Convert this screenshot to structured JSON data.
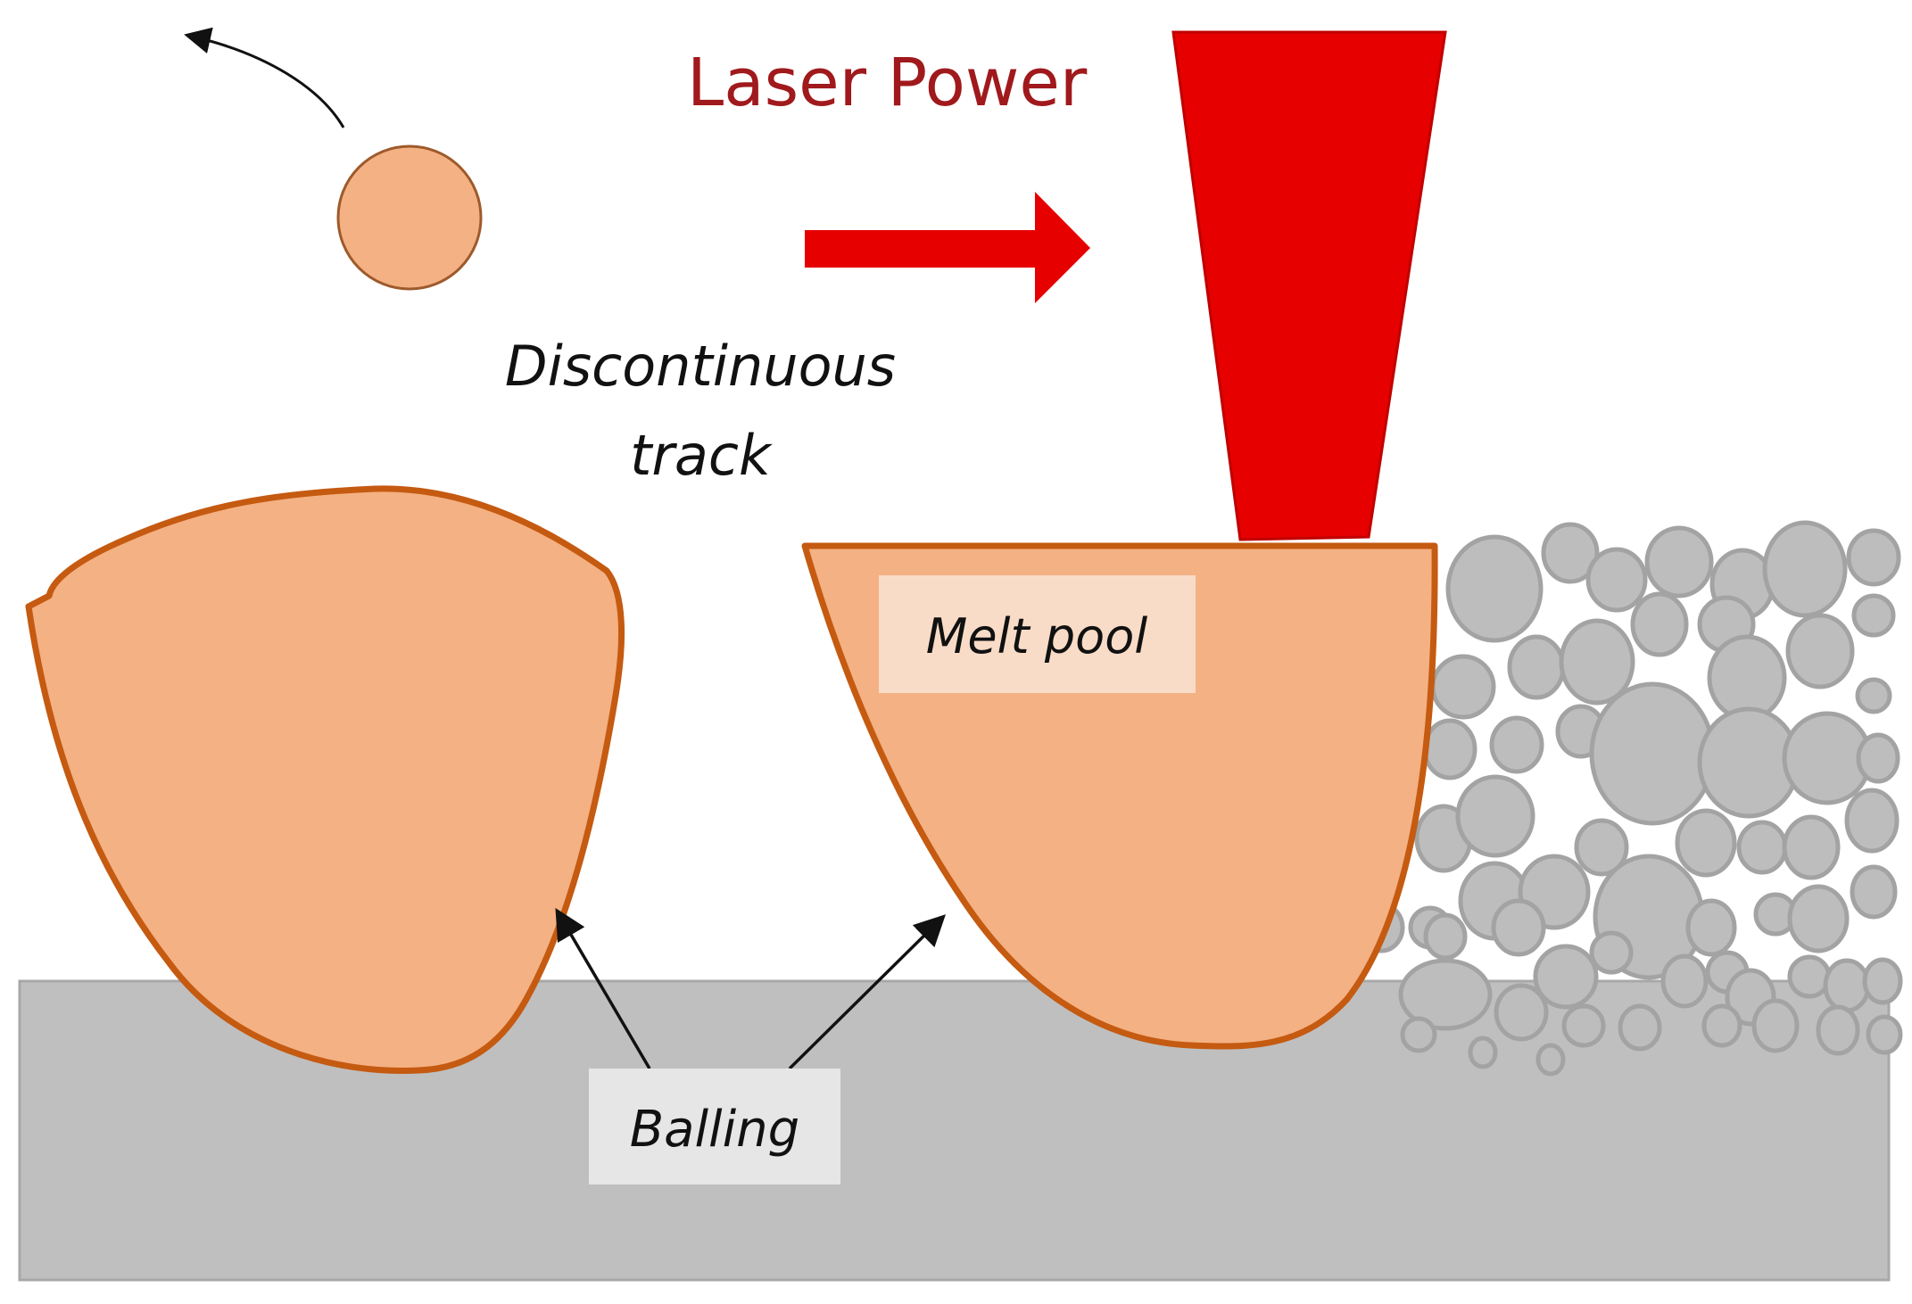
{
  "labels": {
    "laser_power": "Laser Power",
    "discontinuous_line1": "Discontinuous",
    "discontinuous_line2": "track",
    "melt_pool": "Melt pool",
    "balling": "Balling"
  },
  "colors": {
    "laser": "#e60000",
    "laser_text": "#a0191c",
    "melt": "#f4b183",
    "melt_outline": "#c55a11",
    "substrate": "#bfbfbf",
    "powder": "#bdbdbd"
  },
  "icons": {
    "scan_direction": "arrow-right-icon",
    "ejected_droplet": "curved-arrow-icon"
  }
}
